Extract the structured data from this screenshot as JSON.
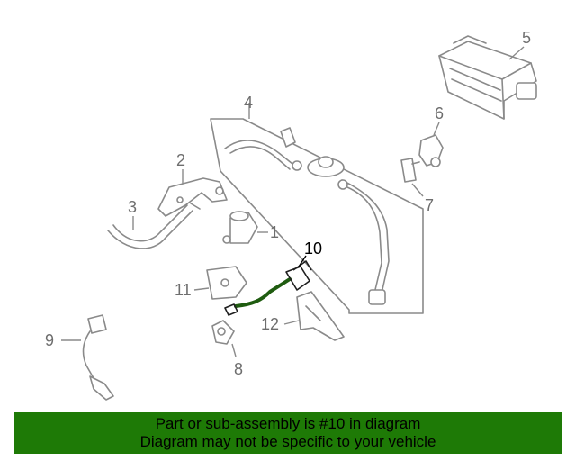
{
  "callouts": [
    {
      "id": "1",
      "label": "1"
    },
    {
      "id": "2",
      "label": "2"
    },
    {
      "id": "3",
      "label": "3"
    },
    {
      "id": "4",
      "label": "4"
    },
    {
      "id": "5",
      "label": "5"
    },
    {
      "id": "6",
      "label": "6"
    },
    {
      "id": "7",
      "label": "7"
    },
    {
      "id": "8",
      "label": "8"
    },
    {
      "id": "9",
      "label": "9"
    },
    {
      "id": "10",
      "label": "10"
    },
    {
      "id": "11",
      "label": "11"
    },
    {
      "id": "12",
      "label": "12"
    }
  ],
  "highlighted_part": "10",
  "footer": {
    "line1": "Part or sub-assembly is #10 in diagram",
    "line2": "Diagram may not be specific to your vehicle"
  },
  "colors": {
    "footer_bg": "#1e7a06",
    "highlight": "#1f5c10",
    "line_art": "#8a8a8a"
  }
}
